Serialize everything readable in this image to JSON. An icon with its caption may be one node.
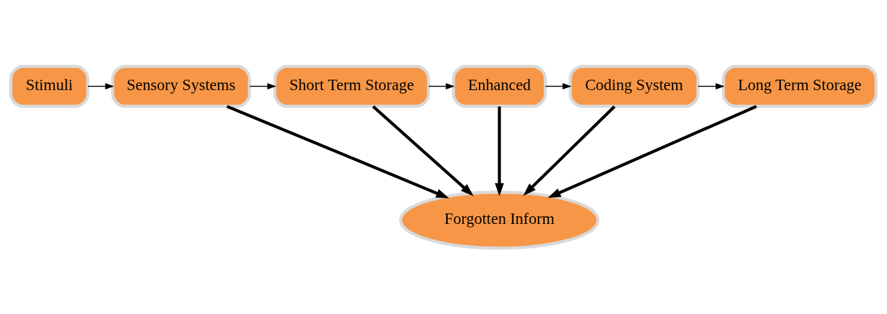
{
  "diagram": {
    "nodes": [
      {
        "text": [
          "Stimuli"
        ]
      },
      {
        "text": [
          "Sensory Systems"
        ]
      },
      {
        "text": [
          "Short Term Storage"
        ]
      },
      {
        "text": [
          "Enhanced"
        ]
      },
      {
        "text": [
          "Coding System"
        ]
      },
      {
        "text": [
          "Long Term Storage"
        ]
      },
      {
        "text": [
          "Forgotten Inform"
        ]
      }
    ],
    "edges": [
      {
        "from": 0,
        "to": 1,
        "arrow": "to"
      },
      {
        "from": 1,
        "to": 2,
        "arrow": "to"
      },
      {
        "from": 2,
        "to": 3,
        "arrow": "to"
      },
      {
        "from": 3,
        "to": 4,
        "arrow": "to"
      },
      {
        "from": 4,
        "to": 5,
        "arrow": "to"
      },
      {
        "from": 1,
        "to": 6,
        "arrow": "to",
        "style": "thick"
      },
      {
        "from": 2,
        "to": 6,
        "arrow": "to",
        "style": "thick"
      },
      {
        "from": 3,
        "to": 6,
        "arrow": "to",
        "style": "thick"
      },
      {
        "from": 4,
        "to": 6,
        "arrow": "to",
        "style": "thick"
      },
      {
        "from": 5,
        "to": 6,
        "arrow": "to",
        "style": "thick"
      }
    ]
  }
}
